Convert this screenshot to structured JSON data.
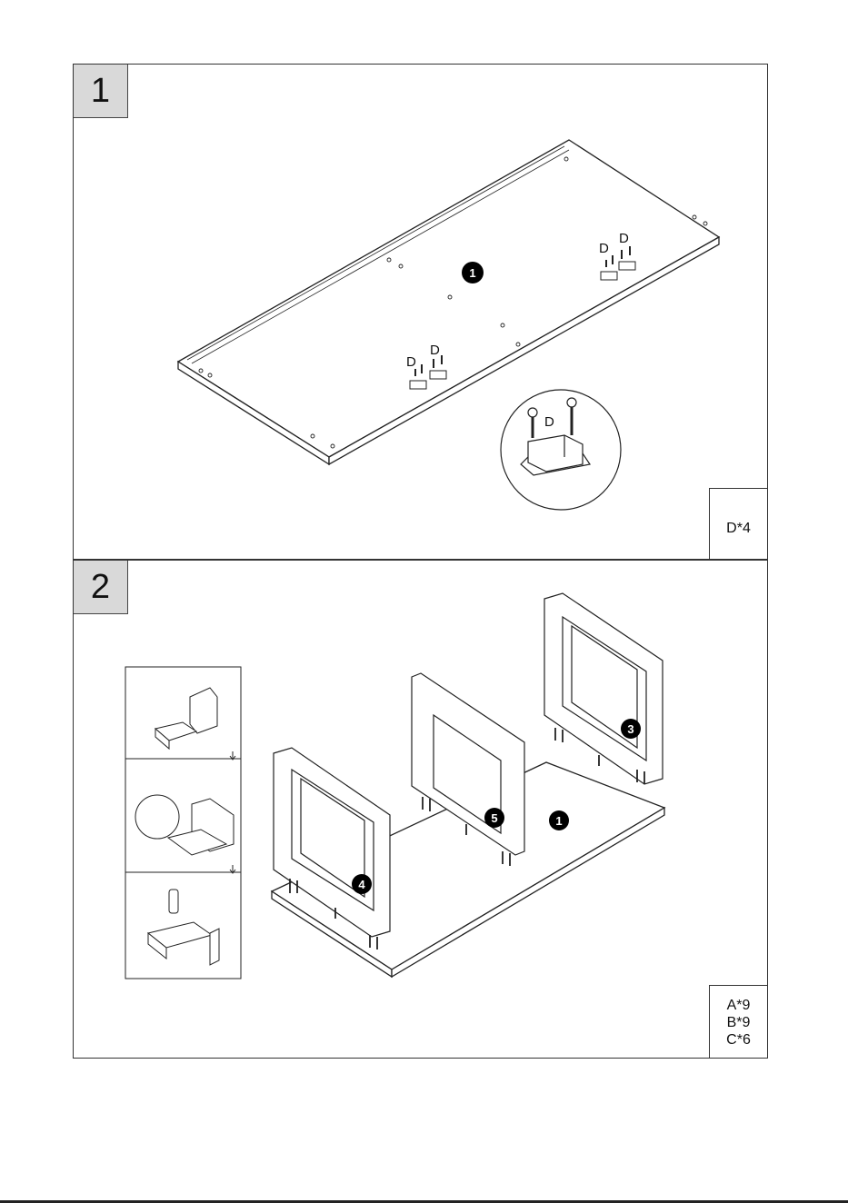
{
  "step1": {
    "number": "1",
    "panel_label": "1",
    "hardware_labels": [
      "D",
      "D",
      "D",
      "D",
      "D"
    ],
    "parts_list": "D*4"
  },
  "step2": {
    "number": "2",
    "panel_labels": [
      "1",
      "3",
      "4",
      "5"
    ],
    "parts_list": [
      "A*9",
      "B*9",
      "C*6"
    ]
  },
  "colors": {
    "badge_bg": "#d9d9d9",
    "line": "#222222",
    "callout": "#000000"
  }
}
